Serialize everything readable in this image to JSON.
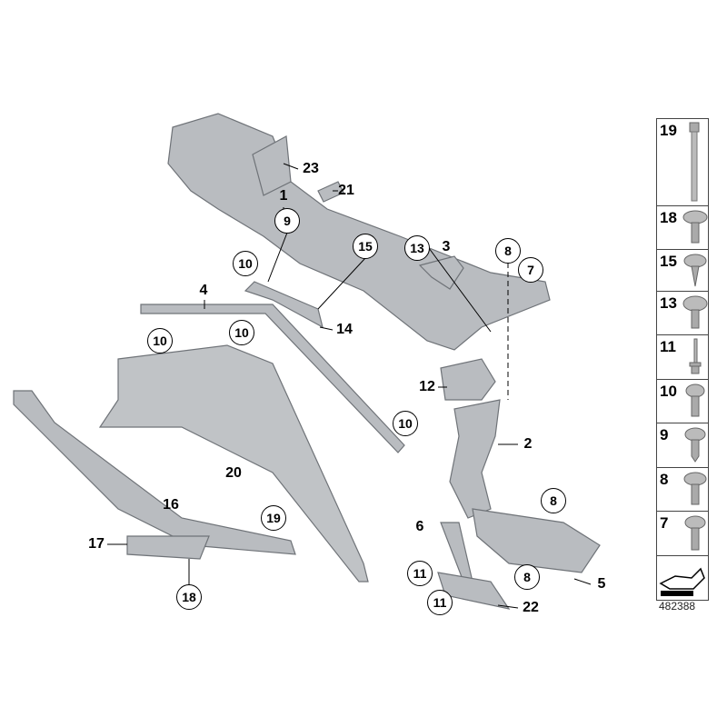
{
  "diagram_id": "482388",
  "callouts": {
    "circled": [
      "9",
      "10",
      "15",
      "13",
      "8",
      "7",
      "10",
      "10",
      "10",
      "19",
      "18",
      "8",
      "11",
      "11",
      "8"
    ],
    "plain": [
      "23",
      "21",
      "1",
      "3",
      "4",
      "14",
      "12",
      "2",
      "20",
      "16",
      "17",
      "6",
      "5",
      "22"
    ]
  },
  "legend": {
    "items": [
      "19",
      "18",
      "15",
      "13",
      "11",
      "10",
      "9",
      "8",
      "7"
    ]
  },
  "colors": {
    "part_fill": "#b9bcc0",
    "part_stroke": "#6f7378",
    "line": "#000000"
  }
}
